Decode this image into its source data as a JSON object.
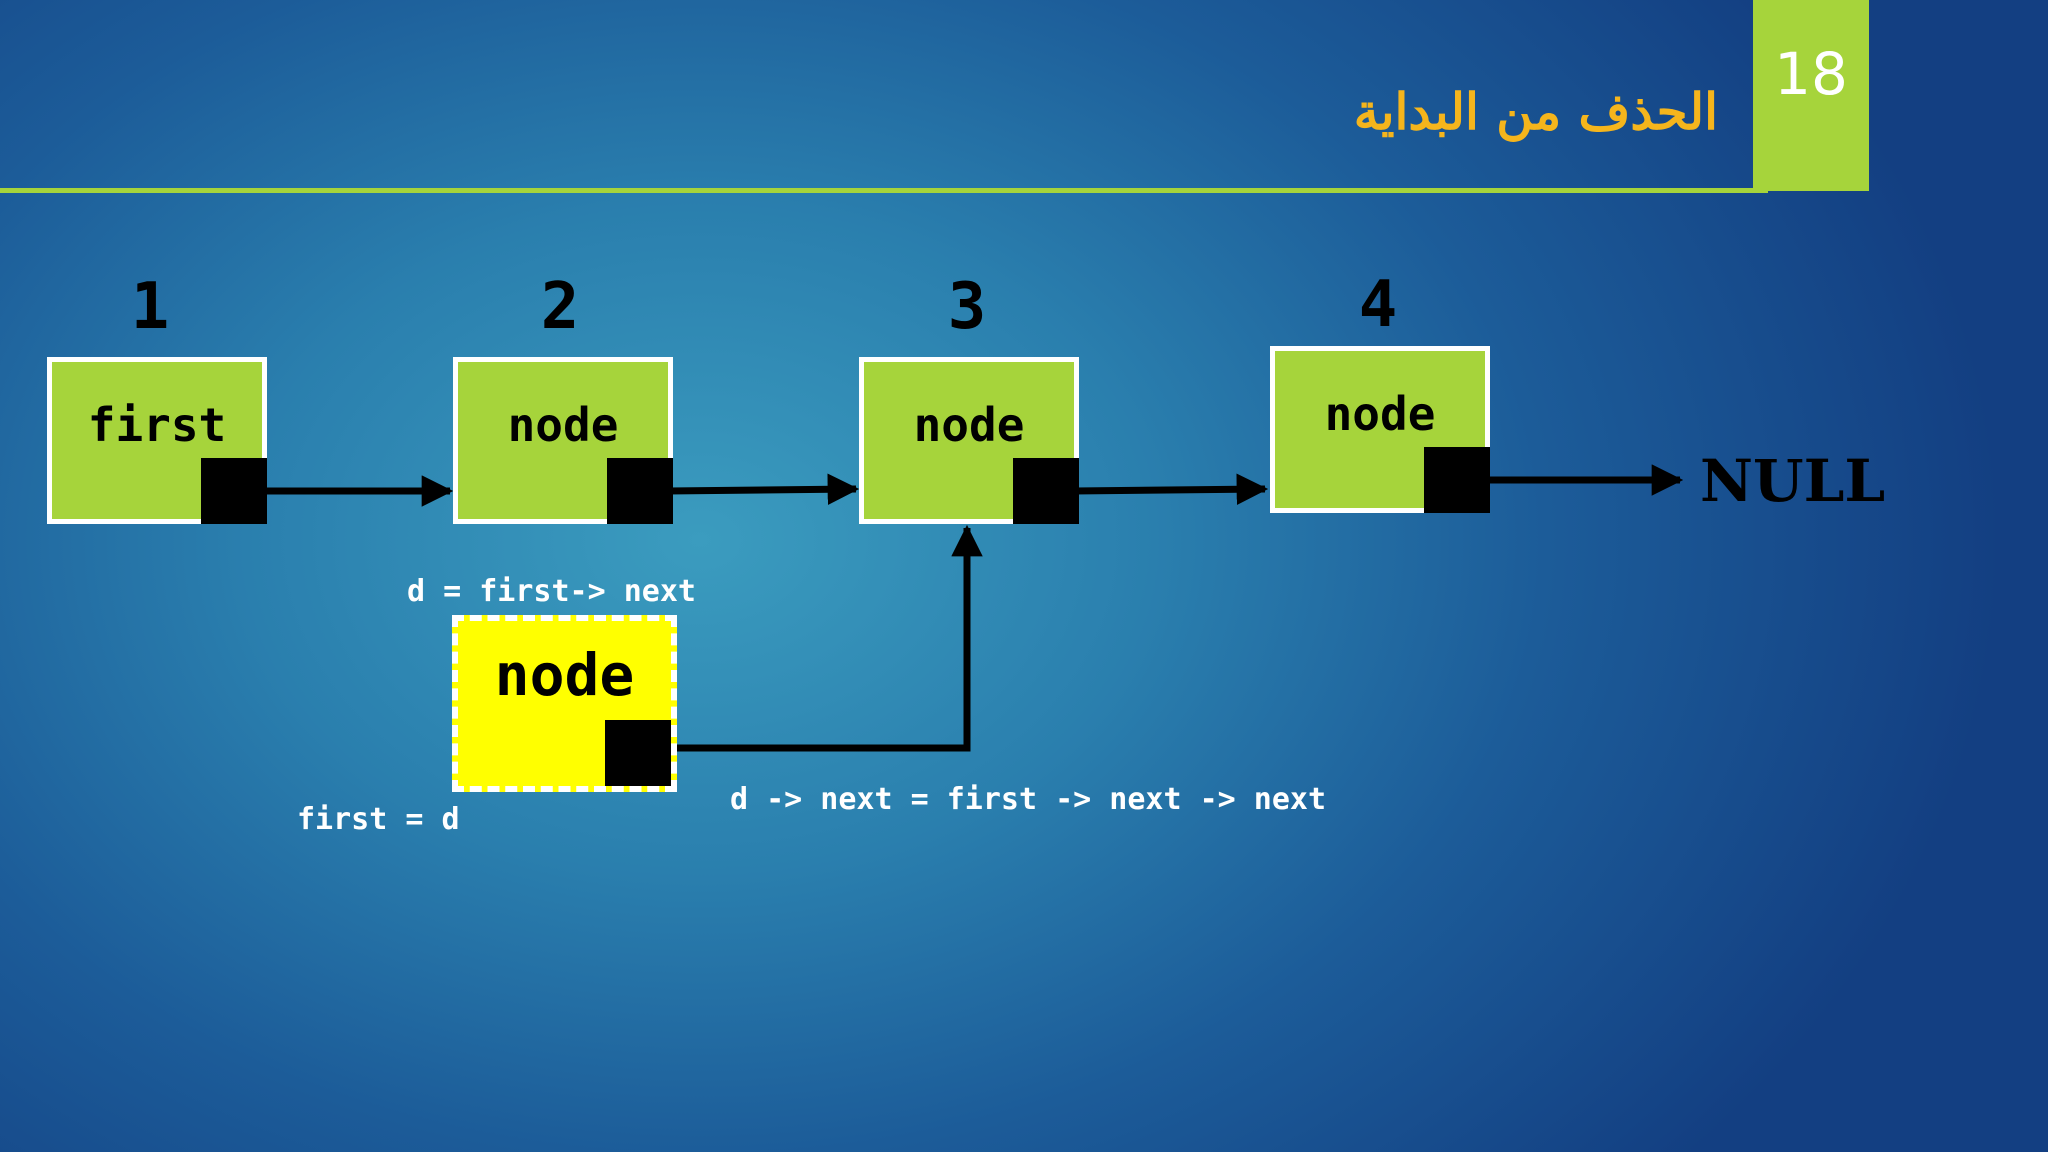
{
  "slide": {
    "number": "18",
    "title": "الحذف من البداية"
  },
  "indices": [
    "1",
    "2",
    "3",
    "4"
  ],
  "nodes": {
    "first": "first",
    "node2": "node",
    "node3": "node",
    "node4": "node",
    "removed": "node"
  },
  "null_label": "NULL",
  "code": {
    "d_assign": "d = first-> next",
    "first_assign": "first = d",
    "relink": "d -> next = first -> next -> next"
  },
  "colors": {
    "node_fill": "#a6d43b",
    "highlight_fill": "#ffff00",
    "title": "#f5b51c",
    "accent": "#a6d43b"
  }
}
